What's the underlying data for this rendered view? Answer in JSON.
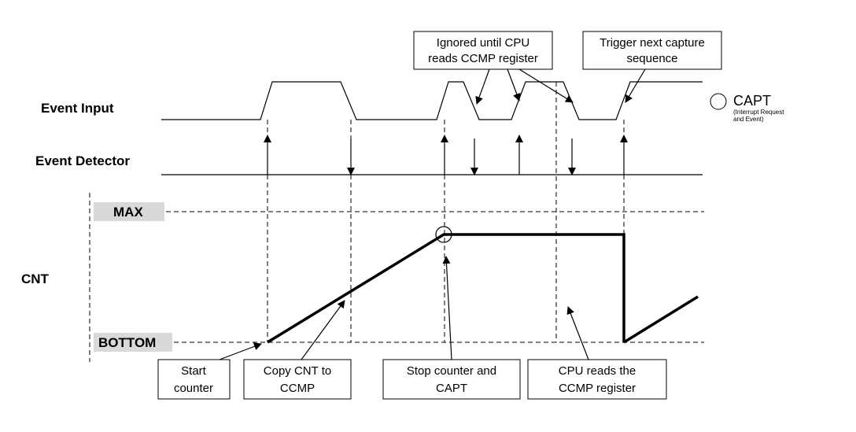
{
  "signals": {
    "event_input": "Event Input",
    "event_detector": "Event Detector",
    "cnt": "CNT"
  },
  "levels": {
    "max": "MAX",
    "bottom": "BOTTOM"
  },
  "legend": {
    "capt": "CAPT",
    "capt_sub_1": "(Interrupt Request",
    "capt_sub_2": "and Event)"
  },
  "callouts": {
    "ignored_1": "Ignored until CPU",
    "ignored_2": "reads CCMP register",
    "trigger_1": "Trigger next capture",
    "trigger_2": "sequence",
    "start_1": "Start",
    "start_2": "counter",
    "copy_1": "Copy CNT to",
    "copy_2": "CCMP",
    "stop_1": "Stop counter and",
    "stop_2": "CAPT",
    "cpu_1": "CPU reads the",
    "cpu_2": "CCMP register"
  }
}
